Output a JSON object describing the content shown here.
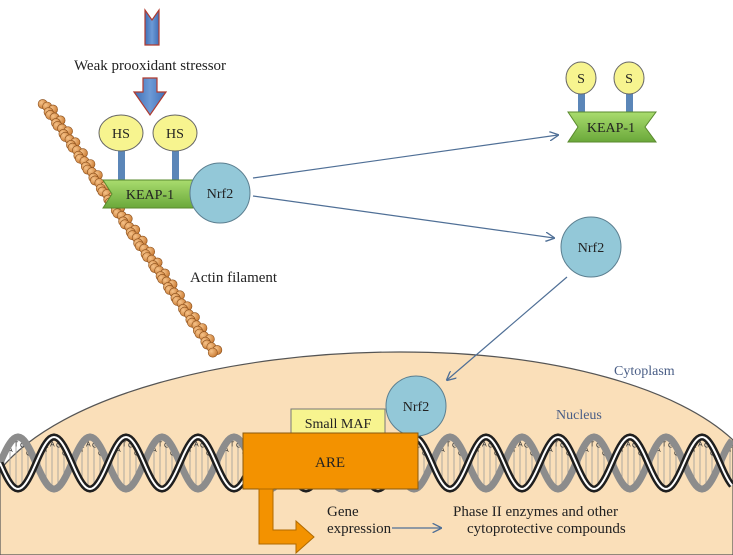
{
  "labels": {
    "stressor": "Weak prooxidant stressor",
    "actin": "Actin filament",
    "cytoplasm": "Cytoplasm",
    "nucleus": "Nucleus",
    "gene_expression_line1": "Gene",
    "gene_expression_line2": "expression",
    "products_line1": "Phase II enzymes and other",
    "products_line2": "cytoprotective compounds"
  },
  "molecules": {
    "keap1_bound": "KEAP-1",
    "keap1_free": "KEAP-1",
    "nrf2_bound": "Nrf2",
    "nrf2_free": "Nrf2",
    "nrf2_nuclear": "Nrf2",
    "thiol_1": "HS",
    "thiol_2": "HS",
    "oxidized_1": "S",
    "oxidized_2": "S",
    "small_maf": "Small MAF",
    "are": "ARE"
  },
  "dna_letters": [
    "A",
    "T",
    "G",
    "C",
    "T",
    "A",
    "C",
    "G",
    "T",
    "A",
    "G",
    "C",
    "A",
    "T",
    "C",
    "G",
    "A",
    "T",
    "G",
    "C",
    "T",
    "A",
    "C",
    "G"
  ],
  "colors": {
    "keap1": "#8fcc58",
    "nrf2": "#93c8d8",
    "thiol": "#f7f48f",
    "are": "#f39200",
    "small_maf": "#f7f48f",
    "nucleus": "#fadfb9",
    "arrow_main": "#5c86c2",
    "arrow_outline": "#c0392b",
    "actin": "#d9944e",
    "stem": "#5b86b8"
  }
}
